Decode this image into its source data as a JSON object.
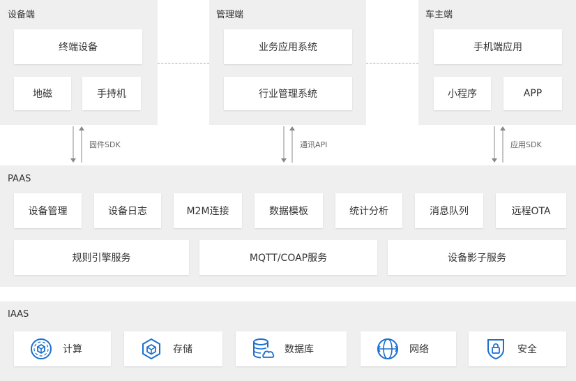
{
  "top": {
    "device": {
      "title": "设备端",
      "terminal": "终端设备",
      "geomagnetic": "地磁",
      "handheld": "手持机",
      "sdk": "固件SDK"
    },
    "management": {
      "title": "管理端",
      "business": "业务应用系统",
      "industry": "行业管理系统",
      "api": "通讯API"
    },
    "owner": {
      "title": "车主端",
      "mobile": "手机端应用",
      "miniprogram": "小程序",
      "app": "APP",
      "sdk": "应用SDK"
    }
  },
  "paas": {
    "title": "PAAS",
    "row1": [
      "设备管理",
      "设备日志",
      "M2M连接",
      "数据模板",
      "统计分析",
      "消息队列",
      "远程OTA"
    ],
    "row2": [
      "规则引擎服务",
      "MQTT/COAP服务",
      "设备影子服务"
    ]
  },
  "iaas": {
    "title": "IAAS",
    "items": [
      {
        "label": "计算",
        "icon": "compute-icon"
      },
      {
        "label": "存储",
        "icon": "storage-icon"
      },
      {
        "label": "数据库",
        "icon": "database-icon"
      },
      {
        "label": "网络",
        "icon": "network-icon"
      },
      {
        "label": "安全",
        "icon": "security-icon"
      }
    ]
  },
  "colors": {
    "accent": "#1a6fd1",
    "panel": "#efeff0",
    "arrow": "#888888"
  }
}
